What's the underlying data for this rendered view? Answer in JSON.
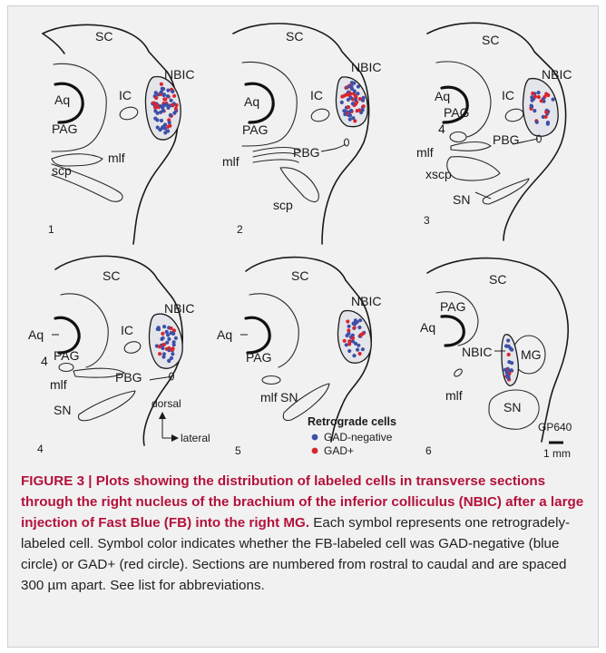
{
  "panels": [
    {
      "number": "1",
      "labels": {
        "sc": "SC",
        "nbic": "NBIC",
        "aq": "Aq",
        "ic": "IC",
        "pag": "PAG",
        "mlf": "mlf",
        "scp": "scp"
      }
    },
    {
      "number": "2",
      "labels": {
        "sc": "SC",
        "nbic": "NBIC",
        "aq": "Aq",
        "ic": "IC",
        "pag": "PAG",
        "mlf": "mlf",
        "pbg": "PBG",
        "scp": "scp"
      }
    },
    {
      "number": "3",
      "labels": {
        "sc": "SC",
        "nbic": "NBIC",
        "aq": "Aq",
        "ic": "IC",
        "pag": "PAG",
        "four": "4",
        "mlf": "mlf",
        "pbg": "PBG",
        "xscp": "xscp",
        "sn": "SN"
      }
    },
    {
      "number": "4",
      "labels": {
        "sc": "SC",
        "nbic": "NBIC",
        "aq": "Aq",
        "ic": "IC",
        "pag": "PAG",
        "four": "4",
        "mlf": "mlf",
        "pbg": "PBG",
        "sn": "SN"
      }
    },
    {
      "number": "5",
      "labels": {
        "sc": "SC",
        "nbic": "NBIC",
        "aq": "Aq",
        "pag": "PAG",
        "mlf": "mlf",
        "sn": "SN"
      }
    },
    {
      "number": "6",
      "labels": {
        "sc": "SC",
        "pag": "PAG",
        "aq": "Aq",
        "nbic": "NBIC",
        "mg": "MG",
        "mlf": "mlf",
        "sn": "SN"
      }
    }
  ],
  "orientation": {
    "dorsal": "dorsal",
    "lateral": "lateral"
  },
  "legend": {
    "title": "Retrograde cells",
    "gad_negative": "GAD-negative",
    "gad_positive": "GAD+",
    "gad_negative_color": "#3d4fa8",
    "gad_positive_color": "#d8262e"
  },
  "case_id": "GP640",
  "scale_bar_label": "1 mm",
  "caption": {
    "head": "FIGURE 3 | Plots showing the distribution of labeled cells in transverse sections through the right nucleus of the brachium of the inferior colliculus (NBIC) after a large injection of Fast Blue (FB) into the right MG.",
    "body": " Each symbol represents one retrogradely-labeled cell. Symbol color indicates whether the FB-labeled cell was GAD-negative (blue circle) or GAD+ (red circle). Sections are numbered from rostral to caudal and are spaced 300 µm apart. See list for abbreviations."
  }
}
